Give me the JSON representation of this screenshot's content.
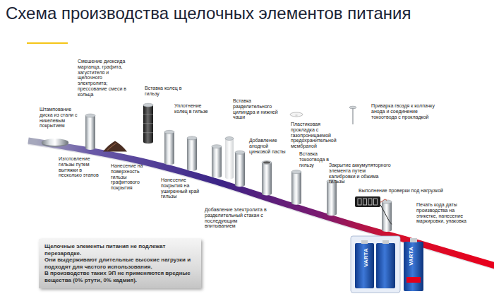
{
  "diagram": {
    "title": "Схема производства щелочных элементов питания",
    "nodes": [
      {
        "text": [
          "Щелочные элементы питания не подлежат перезарядке.",
          "Они выдерживают длительные высокие нагрузки и подходят для частого использования.",
          "В производстве таких ЭП не применяются вредные вещества (0% ртути, 0% кадмия)."
        ]
      }
    ],
    "labels": [
      "Штампование диска из стали с никелевым покрытием",
      "Изготовление гильзы путем вытяжки в несколько этапов",
      "Смешение диоксида марганца, графита, загустителя и щелочного электролита; прессование смеси в кольца",
      "Нанесение на поверхность гильзы графитового покрытия",
      "Вставка колец в гильзу",
      "Нанесение покрытия на уширенный край гильзы",
      "Уплотнение колец в гильзе",
      "Добавление электролита в разделительный стакан с последующим впитыванием",
      "Вставка разделительного цилиндра и нижней чаши",
      "Добавление анодной цинковой пасты",
      "Пластиковая прокладка с газопроницаемой предохранительной мембраной",
      "Вставка токоотвода в гильзу",
      "Приварка гвоздя к колпачку анода и соединение токоотвода с прокладкой",
      "Закрытие аккумуляторного элемента путем калибровки и обжима гильзы",
      "Выполнение проверки под нагрузкой",
      "Печать кода даты производства на этикетке, нанесение маркировки, упаковка",
      "VARTA",
      "VARTA"
    ]
  }
}
